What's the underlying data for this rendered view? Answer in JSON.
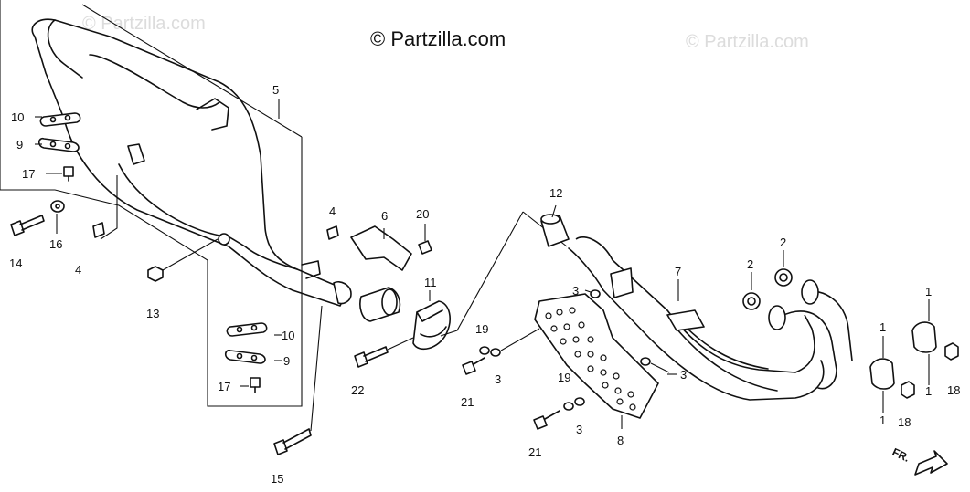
{
  "watermarks": {
    "main": "© Partzilla.com",
    "faded_left": "© Partzilla.com",
    "faded_right": "© Partzilla.com"
  },
  "callouts": {
    "c5": "5",
    "c10a": "10",
    "c9a": "9",
    "c17a": "17",
    "c16": "16",
    "c14": "14",
    "c4a": "4",
    "c4b": "4",
    "c6": "6",
    "c20": "20",
    "c13": "13",
    "c11": "11",
    "c10b": "10",
    "c9b": "9",
    "c17b": "17",
    "c22": "22",
    "c15": "15",
    "c12": "12",
    "c3a": "3",
    "c19a": "19",
    "c3b": "3",
    "c21a": "21",
    "c19b": "19",
    "c3c": "3",
    "c21b": "21",
    "c8": "8",
    "c7": "7",
    "c3d": "3",
    "c2a": "2",
    "c2b": "2",
    "c1a": "1",
    "c1b": "1",
    "c1c": "1",
    "c1d": "1",
    "c18a": "18",
    "c18b": "18"
  },
  "front_marker": "FR."
}
